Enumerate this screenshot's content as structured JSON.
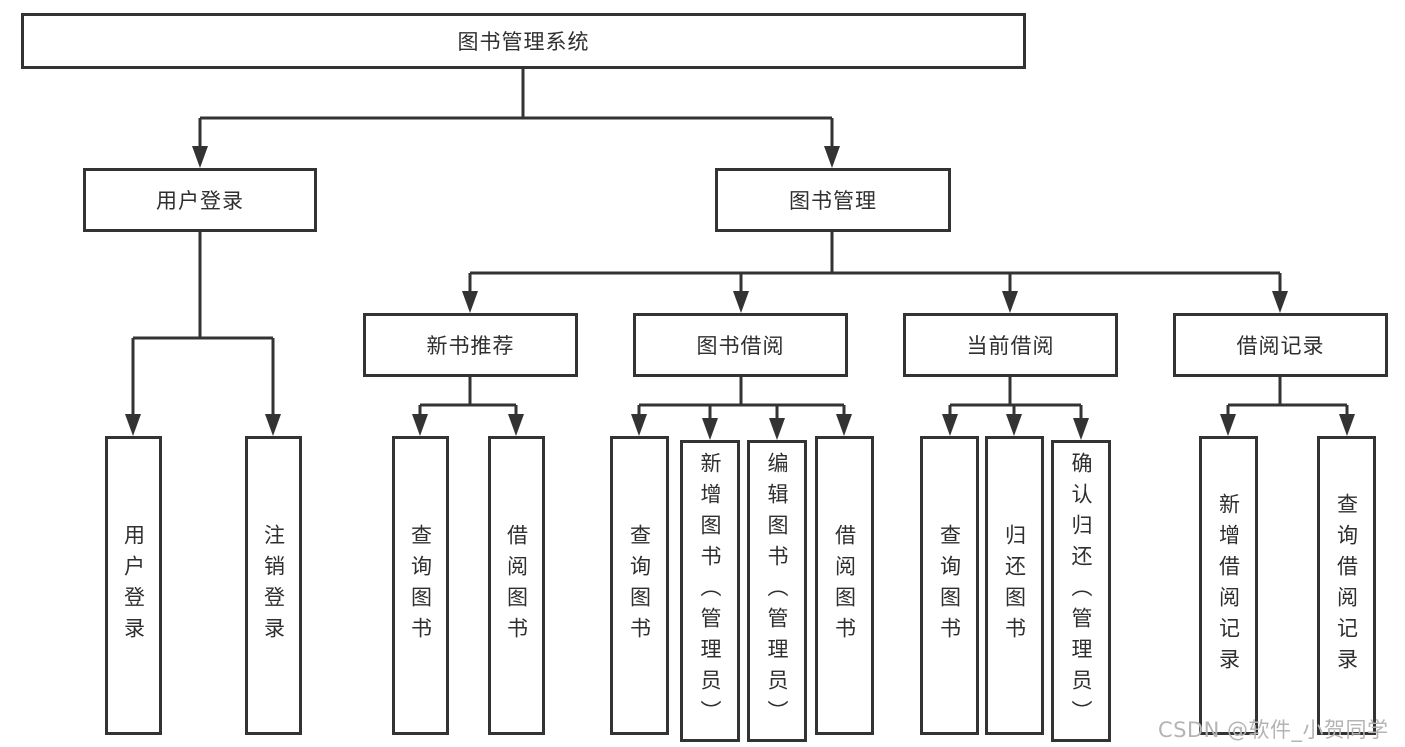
{
  "tree": {
    "label": "图书管理系统",
    "children": [
      {
        "label": "用户登录",
        "children": [
          {
            "label": "用户登录"
          },
          {
            "label": "注销登录"
          }
        ]
      },
      {
        "label": "图书管理",
        "children": [
          {
            "label": "新书推荐",
            "children": [
              {
                "label": "查询图书"
              },
              {
                "label": "借阅图书"
              }
            ]
          },
          {
            "label": "图书借阅",
            "children": [
              {
                "label": "查询图书"
              },
              {
                "label": "新增图书（管理员）"
              },
              {
                "label": "编辑图书（管理员）"
              },
              {
                "label": "借阅图书"
              }
            ]
          },
          {
            "label": "当前借阅",
            "children": [
              {
                "label": "查询图书"
              },
              {
                "label": "归还图书"
              },
              {
                "label": "确认归还（管理员）"
              }
            ]
          },
          {
            "label": "借阅记录",
            "children": [
              {
                "label": "新增借阅记录"
              },
              {
                "label": "查询借阅记录"
              }
            ]
          }
        ]
      }
    ]
  },
  "watermark": "CSDN @软件_小贺同学",
  "colors": {
    "line": "#333333",
    "box_background": "#ffffff",
    "text": "#2f2f2f",
    "watermark_text": "#b4b4b6"
  }
}
